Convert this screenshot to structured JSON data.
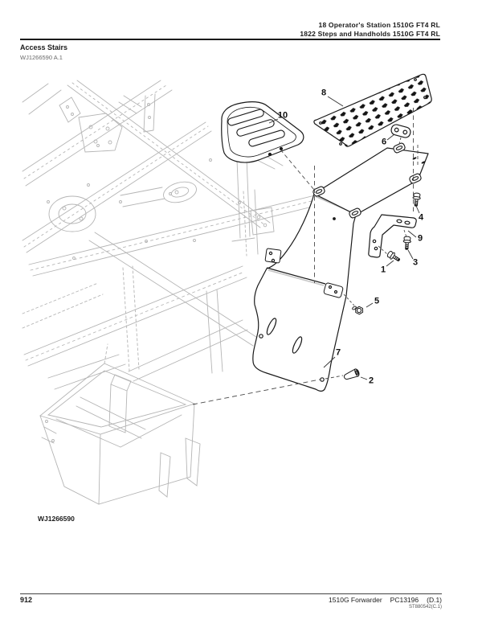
{
  "header": {
    "line1": "18 Operator's Station 1510G FT4 RL",
    "line2": "1822 Steps and Handholds 1510G FT4 RL"
  },
  "section": {
    "title": "Access Stairs",
    "figure_ref": "WJ1266590 A.1"
  },
  "diagram": {
    "type": "exploded-parts-diagram",
    "figure_label": "WJ1266590",
    "callouts": [
      {
        "label": "1"
      },
      {
        "label": "2"
      },
      {
        "label": "3"
      },
      {
        "label": "4"
      },
      {
        "label": "5"
      },
      {
        "label": "6"
      },
      {
        "label": "7"
      },
      {
        "label": "8"
      },
      {
        "label": "9"
      },
      {
        "label": "10"
      }
    ]
  },
  "footer": {
    "page": "912",
    "model": "1510G Forwarder",
    "catalog": "PC13196",
    "revision": "(D.1)",
    "sub_ref": "ST880542(C.1)"
  },
  "colors": {
    "part_line": "#1a1a1a",
    "wireframe": "#b5b5b5",
    "dashed_line": "#4a4a4a"
  }
}
